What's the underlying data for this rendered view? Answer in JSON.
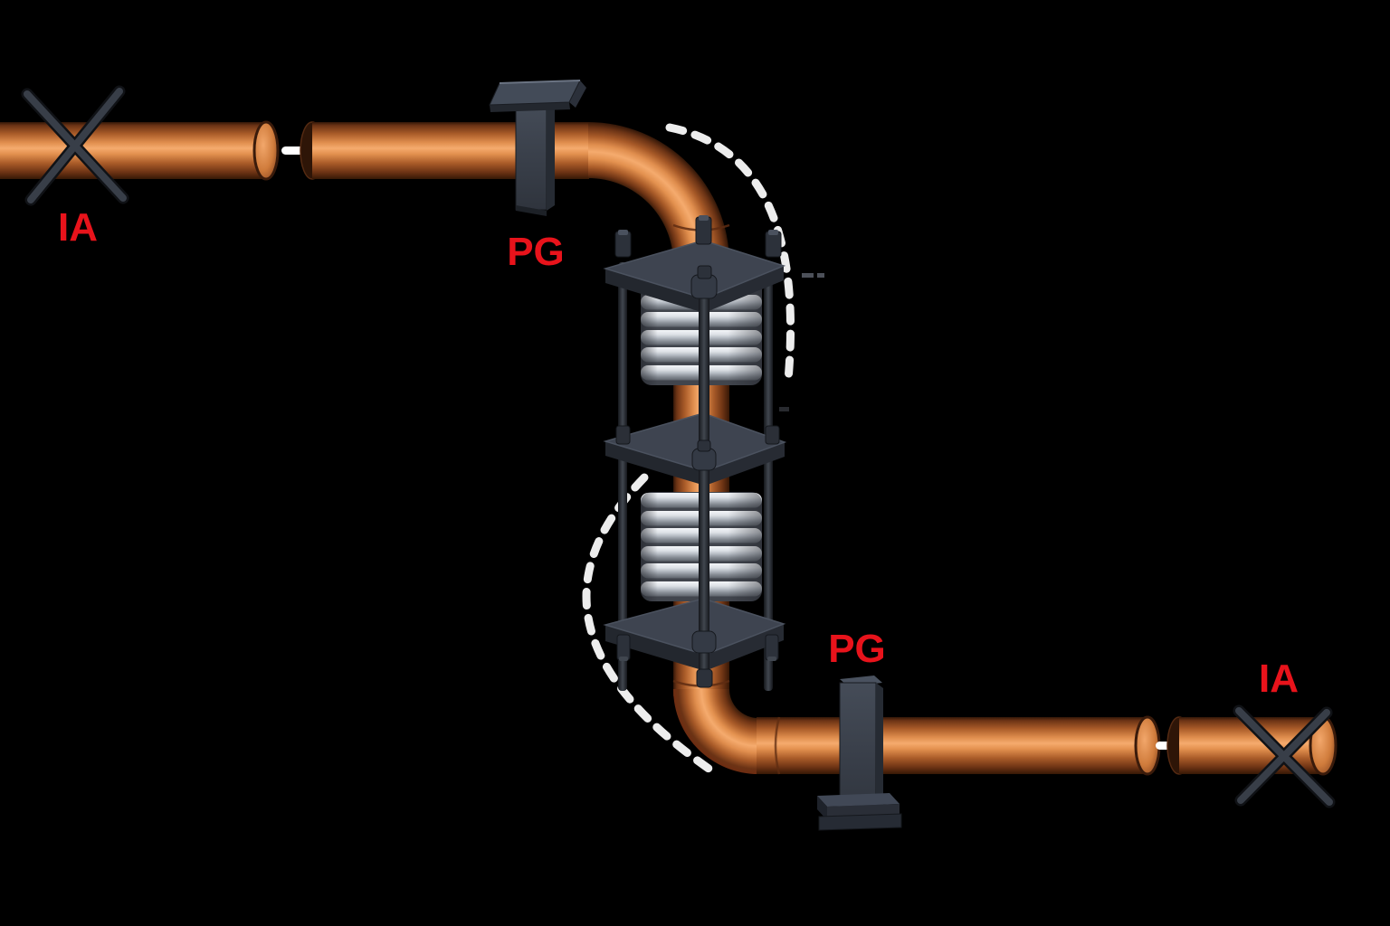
{
  "diagram": {
    "background": "#000000",
    "labels": [
      {
        "id": "ia-top-left",
        "text": "IA"
      },
      {
        "id": "pg-top",
        "text": "PG"
      },
      {
        "id": "pg-bottom",
        "text": "PG"
      },
      {
        "id": "ia-bottom-right",
        "text": "IA"
      }
    ],
    "colors": {
      "label_red": "#e8131b",
      "copper_highlight": "#f5ab6e",
      "copper_shadow": "#56280f",
      "steel_bellows": "#c9ced5",
      "hardware_gray": "#3c424d",
      "motion_arc_white": "#ffffff"
    }
  }
}
